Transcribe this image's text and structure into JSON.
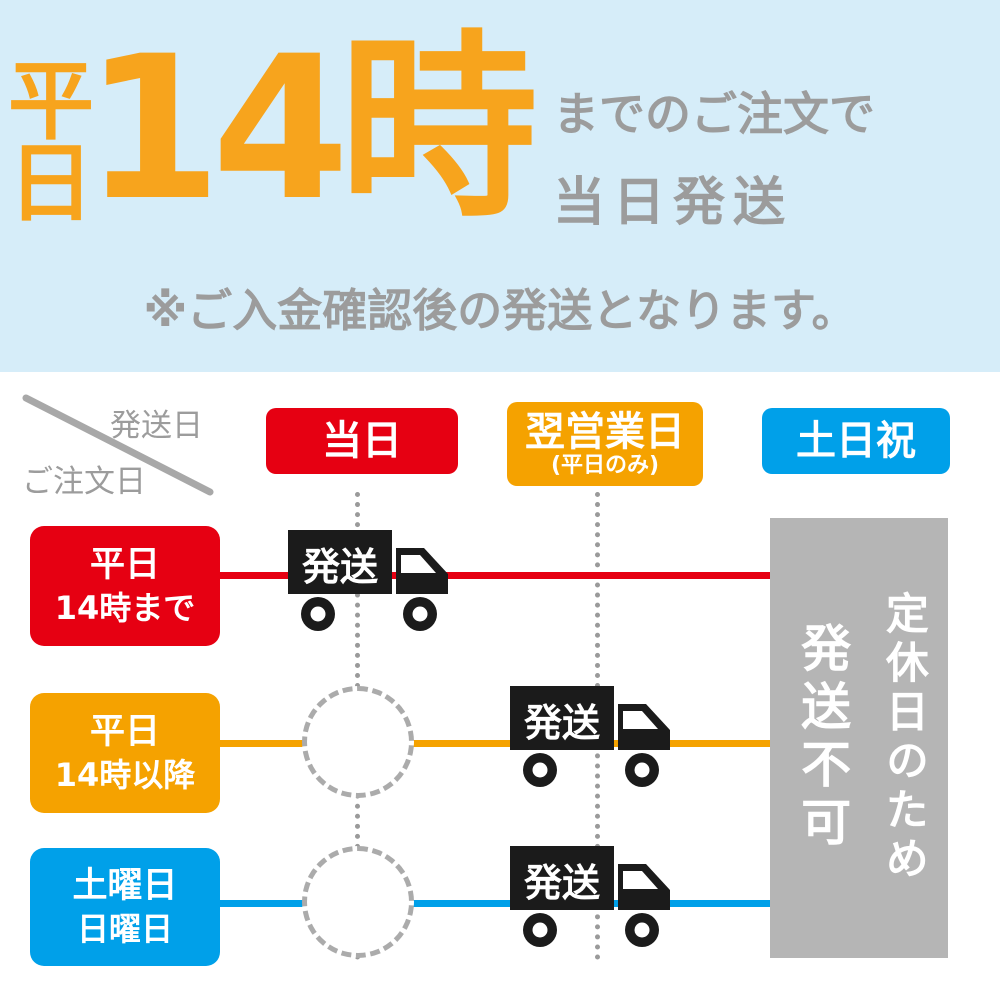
{
  "hero": {
    "weekday": "平日",
    "time": "14時",
    "order_suffix": "までのご注文で",
    "same_day": "当日発送",
    "note": "※ご入金確認後の発送となります。"
  },
  "table": {
    "corner": {
      "ship_date": "発送日",
      "order_date": "ご注文日"
    },
    "columns": [
      {
        "label": "当日",
        "sub": "",
        "color": "#e60012"
      },
      {
        "label": "翌営業日",
        "sub": "(平日のみ)",
        "color": "#f5a200"
      },
      {
        "label": "土日祝",
        "sub": "",
        "color": "#00a0e9"
      }
    ],
    "rows": [
      {
        "line1": "平日",
        "line2": "14時まで",
        "color": "#e60012",
        "ships_on": "当日"
      },
      {
        "line1": "平日",
        "line2": "14時以降",
        "color": "#f5a200",
        "ships_on": "翌営業日"
      },
      {
        "line1": "土曜日",
        "line2": "日曜日",
        "color": "#00a0e9",
        "ships_on": "翌営業日"
      }
    ],
    "ship_label": "発送",
    "closed_notice_line1": "定休日のため",
    "closed_notice_line2": "発送不可"
  },
  "colors": {
    "hero_background": "#d6edf9",
    "accent_orange": "#f7a41d",
    "gray_text": "#9c9c9c",
    "red": "#e60012",
    "orange": "#f5a200",
    "blue": "#00a0e9",
    "closed_box_gray": "#b5b5b5",
    "truck_black": "#1b1b1b"
  }
}
